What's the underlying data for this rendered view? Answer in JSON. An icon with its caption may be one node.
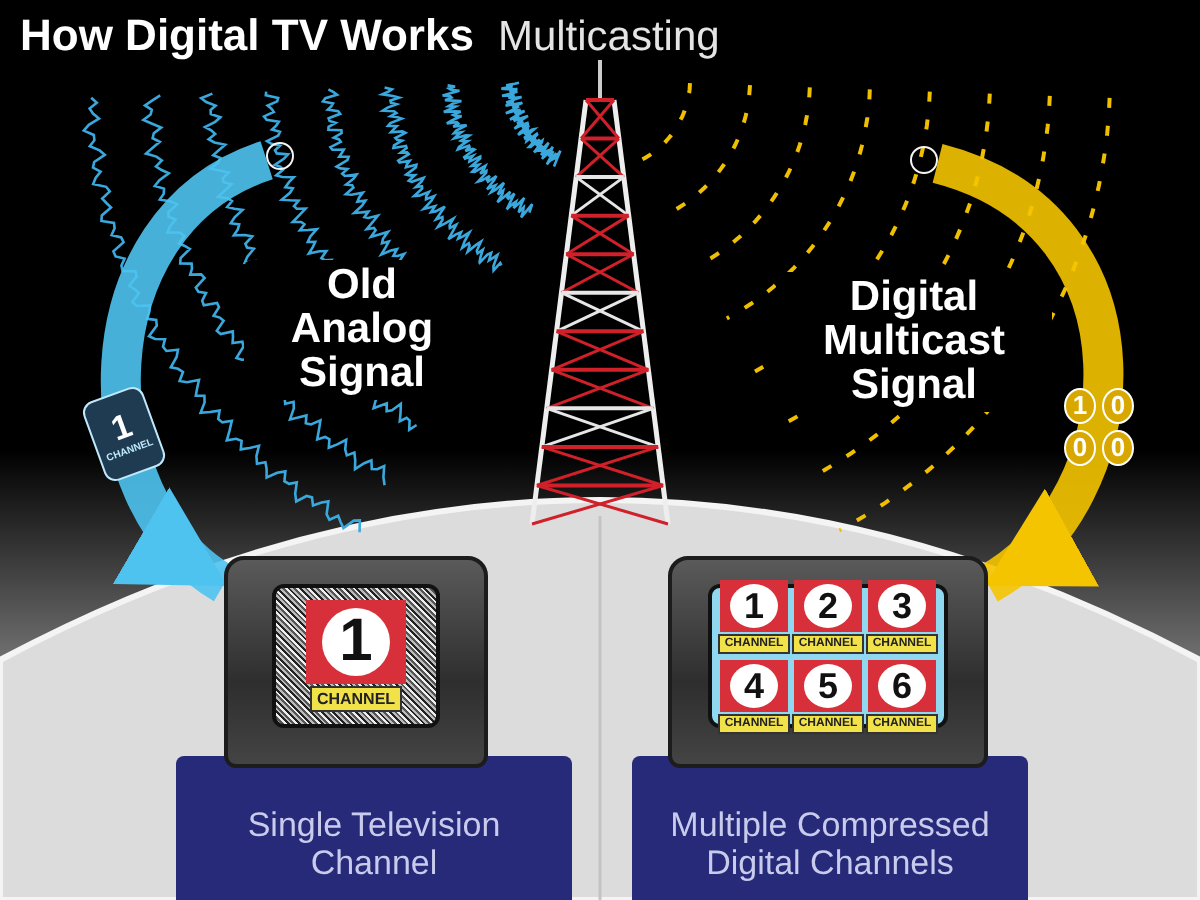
{
  "diagram": {
    "title": "How Digital TV Works",
    "nodes": [
      {
        "text": [],
        "shape": "circle"
      },
      {
        "text": [],
        "shape": "circle"
      },
      {
        "text": [],
        "shape": "picture"
      },
      {
        "text": [
          "1",
          "CHANNEL"
        ],
        "in": 2
      },
      {
        "text": [
          "Single Television Channel"
        ]
      },
      {
        "text": [],
        "shape": "picture"
      },
      {
        "text": [
          "1",
          "CHANNEL"
        ],
        "in": 5
      },
      {
        "text": [
          "2",
          "CHANNEL"
        ],
        "in": 5
      },
      {
        "text": [
          "3",
          "CHANNEL"
        ],
        "in": 5
      },
      {
        "text": [
          "4",
          "CHANNEL"
        ],
        "in": 5
      },
      {
        "text": [
          "5",
          "CHANNEL"
        ],
        "in": 5
      },
      {
        "text": [
          "6",
          "CHANNEL"
        ],
        "in": 5
      },
      {
        "text": [
          "Multiple Compressed Digital Channels"
        ]
      }
    ],
    "edges": [
      {
        "from": 0,
        "to": 2,
        "arrow": "to",
        "label": "Old Analog Signal",
        "color": "#4ec3f0"
      },
      {
        "from": 1,
        "to": 5,
        "arrow": "to",
        "label": "Digital Multicast Signal",
        "color": "#f5c400"
      }
    ],
    "labels": [
      "Multicasting",
      "1",
      "CHANNEL",
      "1",
      "0",
      "0",
      "0"
    ]
  }
}
